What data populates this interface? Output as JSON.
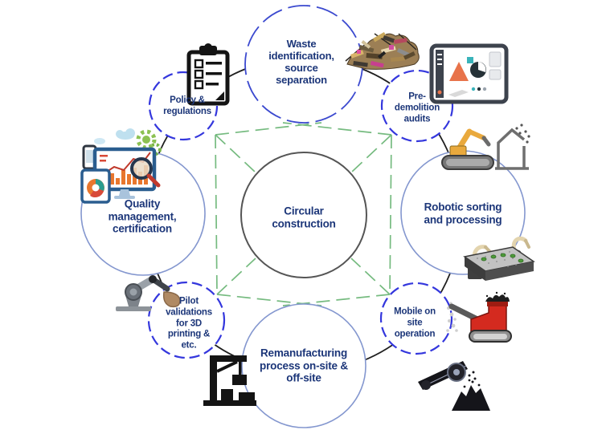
{
  "diagram": {
    "title": "Circular construction",
    "center_label": "Circular\nconstruction",
    "nodes": {
      "waste": "Waste\nidentification,\nsource\nseparation",
      "policy": "Policy &\nregulations",
      "pre_demolition": "Pre-\ndemolition\naudits",
      "robotic": "Robotic sorting\nand processing",
      "mobile": "Mobile on\nsite\noperation",
      "remanufacturing": "Remanufacturing\nprocess on-site &\noff-site",
      "pilot": "Pilot\nvalidations\nfor 3D\nprinting &\netc.",
      "quality": "Quality\nmanagement,\ncertification"
    },
    "icons": [
      "clipboard-icon",
      "waste-pile-icon",
      "audit-software-icon",
      "demolition-excavator-icon",
      "sorting-conveyor-icon",
      "mobile-crusher-icon",
      "crushing-plant-icon",
      "factory-crane-icon",
      "robotic-arm-icon",
      "analytics-dashboard-icon"
    ],
    "colors": {
      "label_text": "#1c3679",
      "small_circle_border": "#3437dd",
      "top_circle_border": "#3b49cf",
      "large_circle_border": "#8497cf",
      "center_circle_border": "#555555",
      "link_ring": "#1f1f1f",
      "green_links": "#76bb80"
    }
  }
}
